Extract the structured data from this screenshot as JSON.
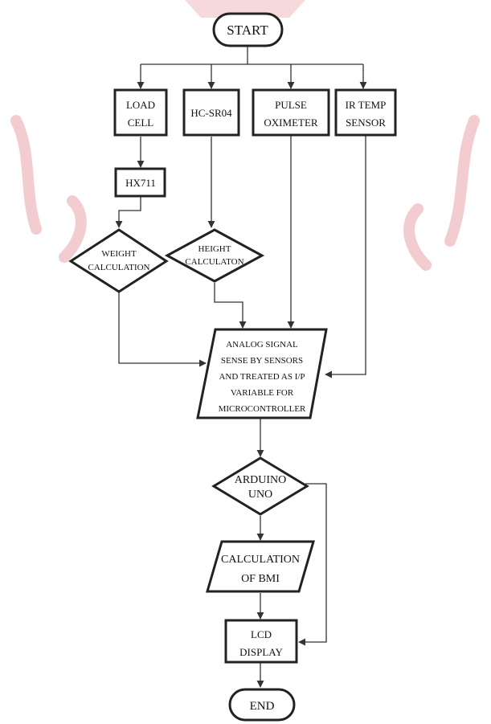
{
  "flowchart": {
    "nodes": [
      {
        "id": "start",
        "lines": [
          "START"
        ]
      },
      {
        "id": "load-cell",
        "lines": [
          "LOAD",
          "CELL"
        ]
      },
      {
        "id": "hc-sr04",
        "lines": [
          "HC-SR04"
        ]
      },
      {
        "id": "pulse-oximeter",
        "lines": [
          "PULSE",
          "OXIMETER"
        ]
      },
      {
        "id": "ir-temp-sensor",
        "lines": [
          "IR TEMP",
          "SENSOR"
        ]
      },
      {
        "id": "hx711",
        "lines": [
          "HX711"
        ]
      },
      {
        "id": "weight-calculation",
        "lines": [
          "WEIGHT",
          "CALCULATION"
        ]
      },
      {
        "id": "height-calculation",
        "lines": [
          "HEIGHT",
          "CALCULATON"
        ]
      },
      {
        "id": "analog-signal",
        "lines": [
          "ANALOG SIGNAL",
          "SENSE BY SENSORS",
          "AND TREATED AS I/P",
          "VARIABLE FOR",
          "MICROCONTROLLER"
        ]
      },
      {
        "id": "arduino-uno",
        "lines": [
          "ARDUINO",
          "UNO"
        ]
      },
      {
        "id": "calculation-of-bmi",
        "lines": [
          "CALCULATION",
          "OF BMI"
        ]
      },
      {
        "id": "lcd-display",
        "lines": [
          "LCD",
          "DISPLAY"
        ]
      },
      {
        "id": "end",
        "lines": [
          "END"
        ]
      }
    ]
  }
}
